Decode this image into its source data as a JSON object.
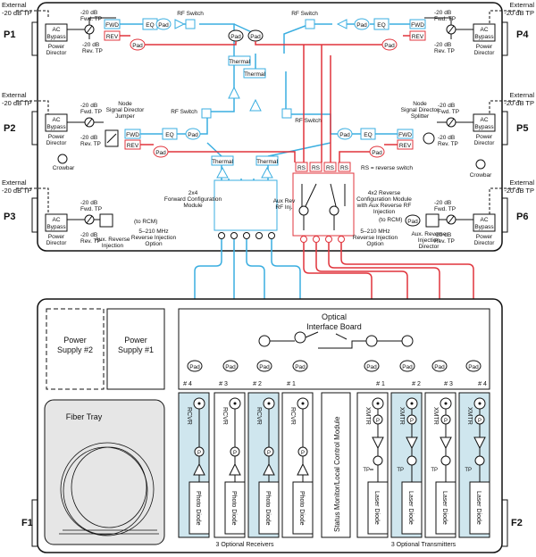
{
  "ports": [
    "P1",
    "P2",
    "P3",
    "P4",
    "P5",
    "P6",
    "F1",
    "F2"
  ],
  "common": {
    "external_tp": [
      "External",
      "-20 dB TP"
    ],
    "ac_bypass": [
      "AC",
      "Bypass"
    ],
    "power_director": [
      "Power",
      "Director"
    ],
    "fwd_tp": [
      "-20 dB",
      "Fwd. TP"
    ],
    "rev_tp": [
      "-20 dB",
      "Rev. TP"
    ],
    "fwd": "FWD",
    "rev": "REV",
    "eq": "EQ",
    "pad": "Pad",
    "rf_switch": "RF Switch",
    "thermal": "Thermal",
    "rs": "RS",
    "crowbar": "Crowbar",
    "to_rcm": "(to RCM)",
    "reverse_injection": [
      "5–210 MHz",
      "Reverse Injection",
      "Option"
    ],
    "aux_reverse_injection": [
      "Aux. Reverse",
      "Injection",
      "Director"
    ]
  },
  "labels": {
    "node_jumper": [
      "Node",
      "Signal Director",
      "Jumper"
    ],
    "node_splitter": [
      "Node",
      "Signal Director",
      "Splitter"
    ],
    "forward_module": [
      "2x4",
      "Forward Configuration",
      "Module"
    ],
    "reverse_module": [
      "4x2 Reverse",
      "Configuration Module",
      "with Aux Reverse RF",
      "Injection"
    ],
    "aux_rev_rf_inj": [
      "Aux Rev",
      "RF Inj."
    ],
    "rs_note": "RS = reverse switch",
    "optical_board": [
      "Optical",
      "Interface Board"
    ],
    "power_supply_2": [
      "Power",
      "Supply #2"
    ],
    "power_supply_1": [
      "Power",
      "Supply #1"
    ],
    "fiber_tray": "Fiber Tray",
    "status_module": "Status Monitor/Local Control Module",
    "receivers_caption": "3 Optional Receivers",
    "transmitters_caption": "3 Optional Transmitters"
  },
  "receivers": [
    {
      "num": "# 4",
      "type": "RCVR",
      "diode": "Photo Diode"
    },
    {
      "num": "# 3",
      "type": "RCVR",
      "diode": "Photo Diode"
    },
    {
      "num": "# 2",
      "type": "RCVR",
      "diode": "Photo Diode"
    },
    {
      "num": "# 1",
      "type": "RCVR",
      "diode": "Photo Diode"
    }
  ],
  "transmitters": [
    {
      "num": "# 1",
      "type": "XMTR",
      "diode": "Laser Diode"
    },
    {
      "num": "# 2",
      "type": "XMTR",
      "diode": "Laser Diode"
    },
    {
      "num": "# 3",
      "type": "XMTR",
      "diode": "Laser Diode"
    },
    {
      "num": "# 4",
      "type": "XMTR",
      "diode": "Laser Diode"
    }
  ],
  "module_p": "P",
  "module_tp": "TP",
  "colors": {
    "forward": "#3aaee0",
    "reverse": "#e0343c",
    "tint": "#cfe6ee",
    "fiber_tray": "#e6e6e6"
  }
}
